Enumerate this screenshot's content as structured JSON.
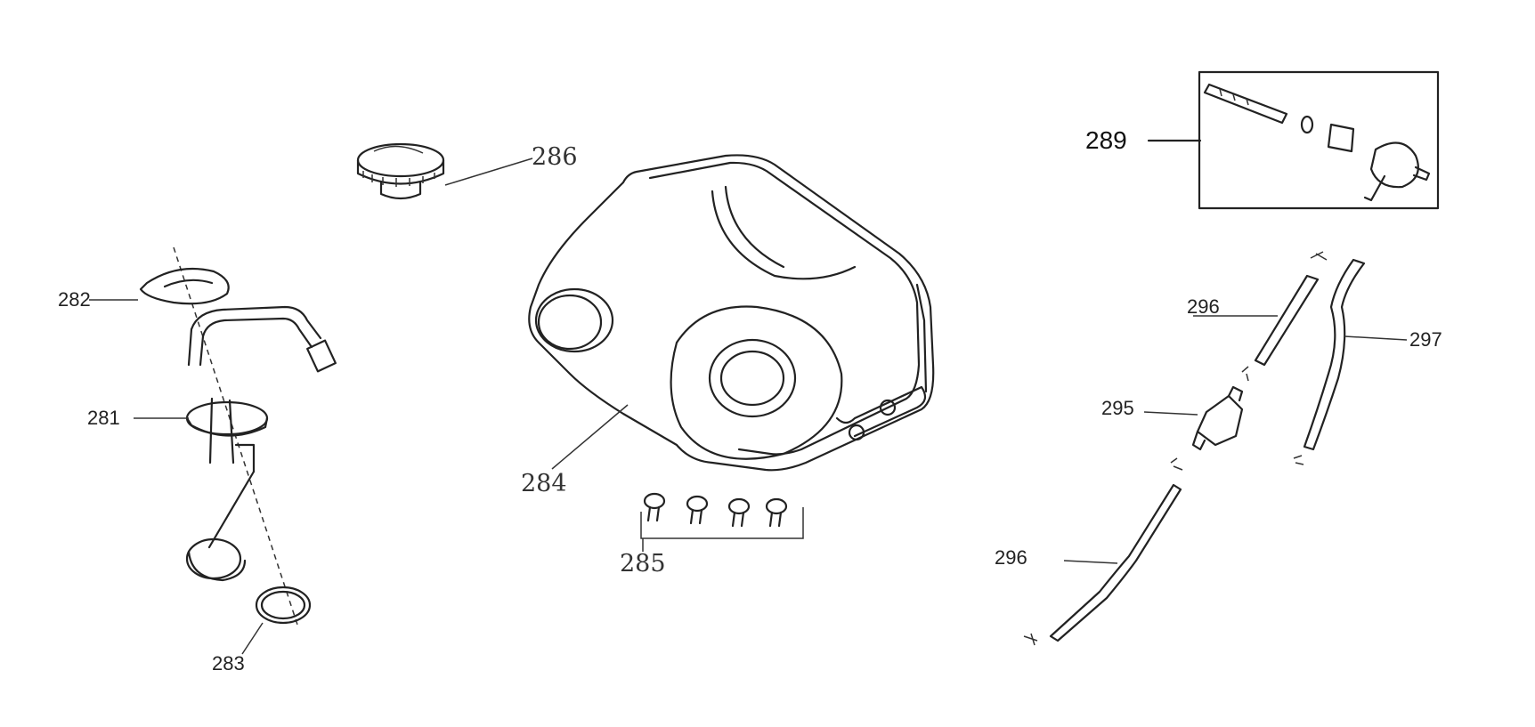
{
  "labels": {
    "p281": "281",
    "p282": "282",
    "p283": "283",
    "p284": "284",
    "p285": "285",
    "p286": "286",
    "p289": "289",
    "p295": "295",
    "p296_top": "296",
    "p296_bottom": "296",
    "p297": "297"
  }
}
